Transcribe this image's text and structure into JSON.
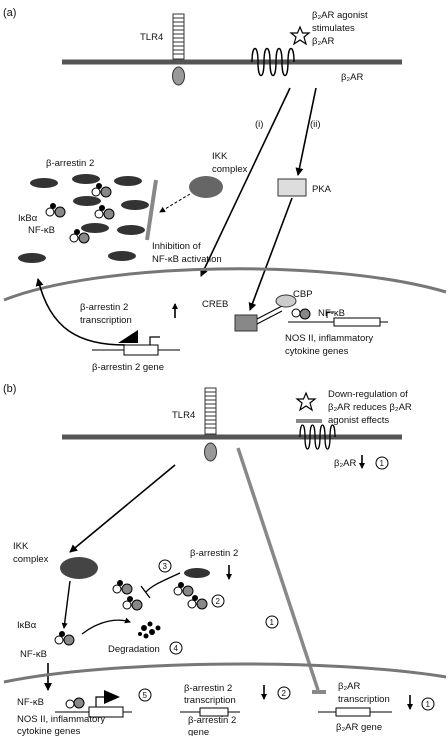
{
  "panel_a": {
    "label": "(a)",
    "tlr4": "TLR4",
    "agonist_line1": "β₂AR agonist",
    "agonist_line2": "stimulates",
    "agonist_line3": "β₂AR",
    "b2ar": "β₂AR",
    "path_i": "(i)",
    "path_ii": "(ii)",
    "arrestin": "β-arrestin 2",
    "ikk_line1": "IKK",
    "ikk_line2": "complex",
    "pka": "PKA",
    "ikba": "IκBα",
    "nfkb": "NF-κB",
    "inhib_line1": "Inhibition of",
    "inhib_line2": "NF-κB activation",
    "arr_transcr_line1": "β-arrestin 2",
    "arr_transcr_line2": "transcription",
    "arr_gene": "β-arrestin 2 gene",
    "creb": "CREB",
    "cbp": "CBP",
    "nfkb2": "NF-κB",
    "nos_line1": "NOS II, inflammatory",
    "nos_line2": "cytokine genes"
  },
  "panel_b": {
    "label": "(b)",
    "tlr4": "TLR4",
    "down_line1": "Down-regulation of",
    "down_line2": "β₂AR reduces β₂AR",
    "down_line3": "agonist effects",
    "b2ar": "β₂AR",
    "ikk_line1": "IKK",
    "ikk_line2": "complex",
    "arrestin": "β-arrestin 2",
    "ikba": "IκBα",
    "nfkb": "NF-κB",
    "degradation": "Degradation",
    "nfkb_nuc": "NF-κB",
    "nos_line1": "NOS II, inflammatory",
    "nos_line2": "cytokine genes",
    "arr_transcr_line1": "β-arrestin 2",
    "arr_transcr_line2": "transcription",
    "arr_gene_line1": "β-arrestin 2",
    "arr_gene_line2": "gene",
    "b2ar_transcr_line1": "β₂AR",
    "b2ar_transcr_line2": "transcription",
    "b2ar_gene": "β₂AR gene",
    "num_1": "1",
    "num_2": "2",
    "num_3": "3",
    "num_4": "4",
    "num_5": "5"
  }
}
